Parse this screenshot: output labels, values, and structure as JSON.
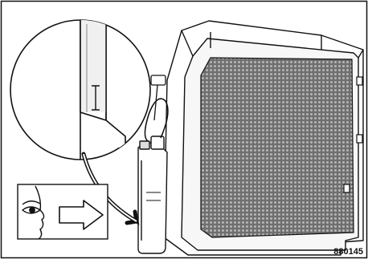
{
  "figure": {
    "reference_number": "880145",
    "icon_names": [
      "magnifier-detail-circle",
      "eye-icon",
      "arrow-icon",
      "radiator-grille",
      "coolant-reservoir"
    ]
  }
}
